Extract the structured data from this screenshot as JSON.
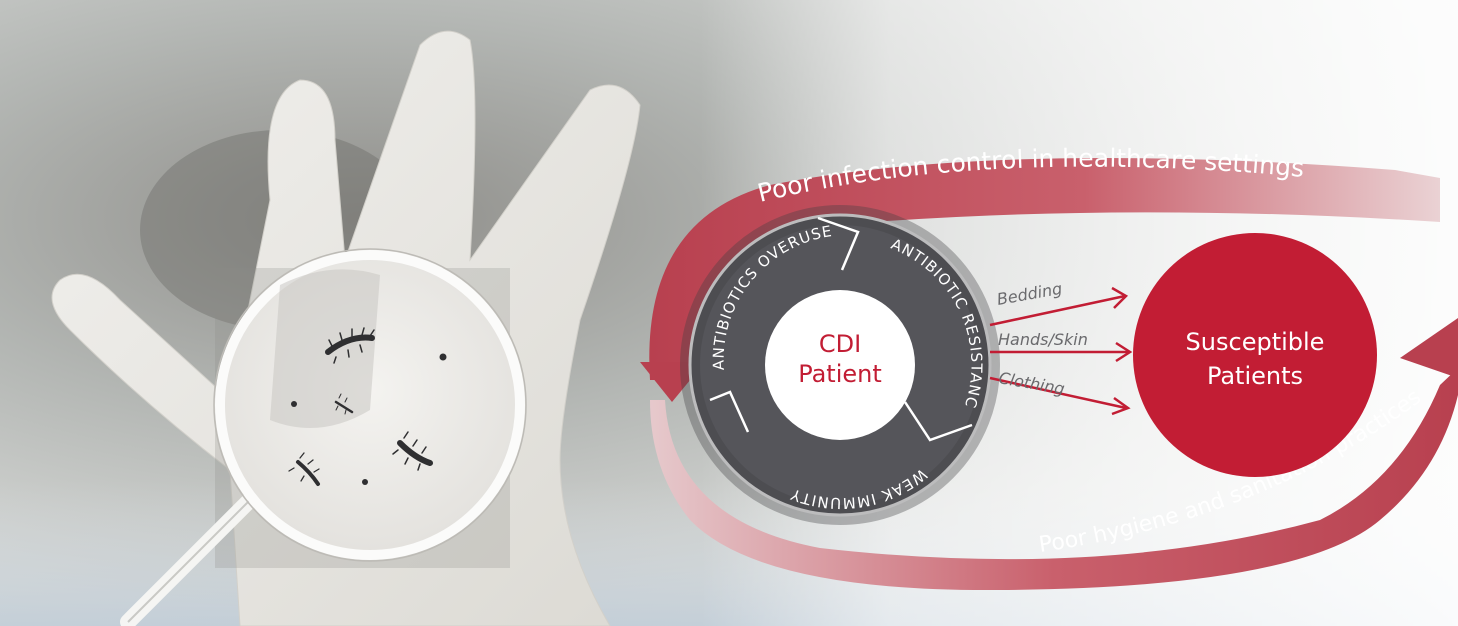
{
  "colors": {
    "accent_red": "#c21d34",
    "ring_dark": "#5b5b5d",
    "arc_band": "#c25563"
  },
  "icons": {
    "magnifier": "magnifying-glass-icon",
    "bacteria": "bacteria-icon"
  },
  "top_arc_label": "Poor infection control in healthcare settings",
  "bottom_arc_label": "Poor hygiene and sanitation practices",
  "cdi_patient": {
    "line1": "CDI",
    "line2": "Patient"
  },
  "risk_ring": {
    "segments": [
      "ANTIBIOTICS OVERUSE",
      "ANTIBIOTIC RESISTANCE",
      "WEAK IMMUNITY"
    ]
  },
  "transmission": {
    "routes": [
      "Bedding",
      "Hands/Skin",
      "Clothing"
    ]
  },
  "target": {
    "line1": "Susceptible",
    "line2": "Patients"
  }
}
